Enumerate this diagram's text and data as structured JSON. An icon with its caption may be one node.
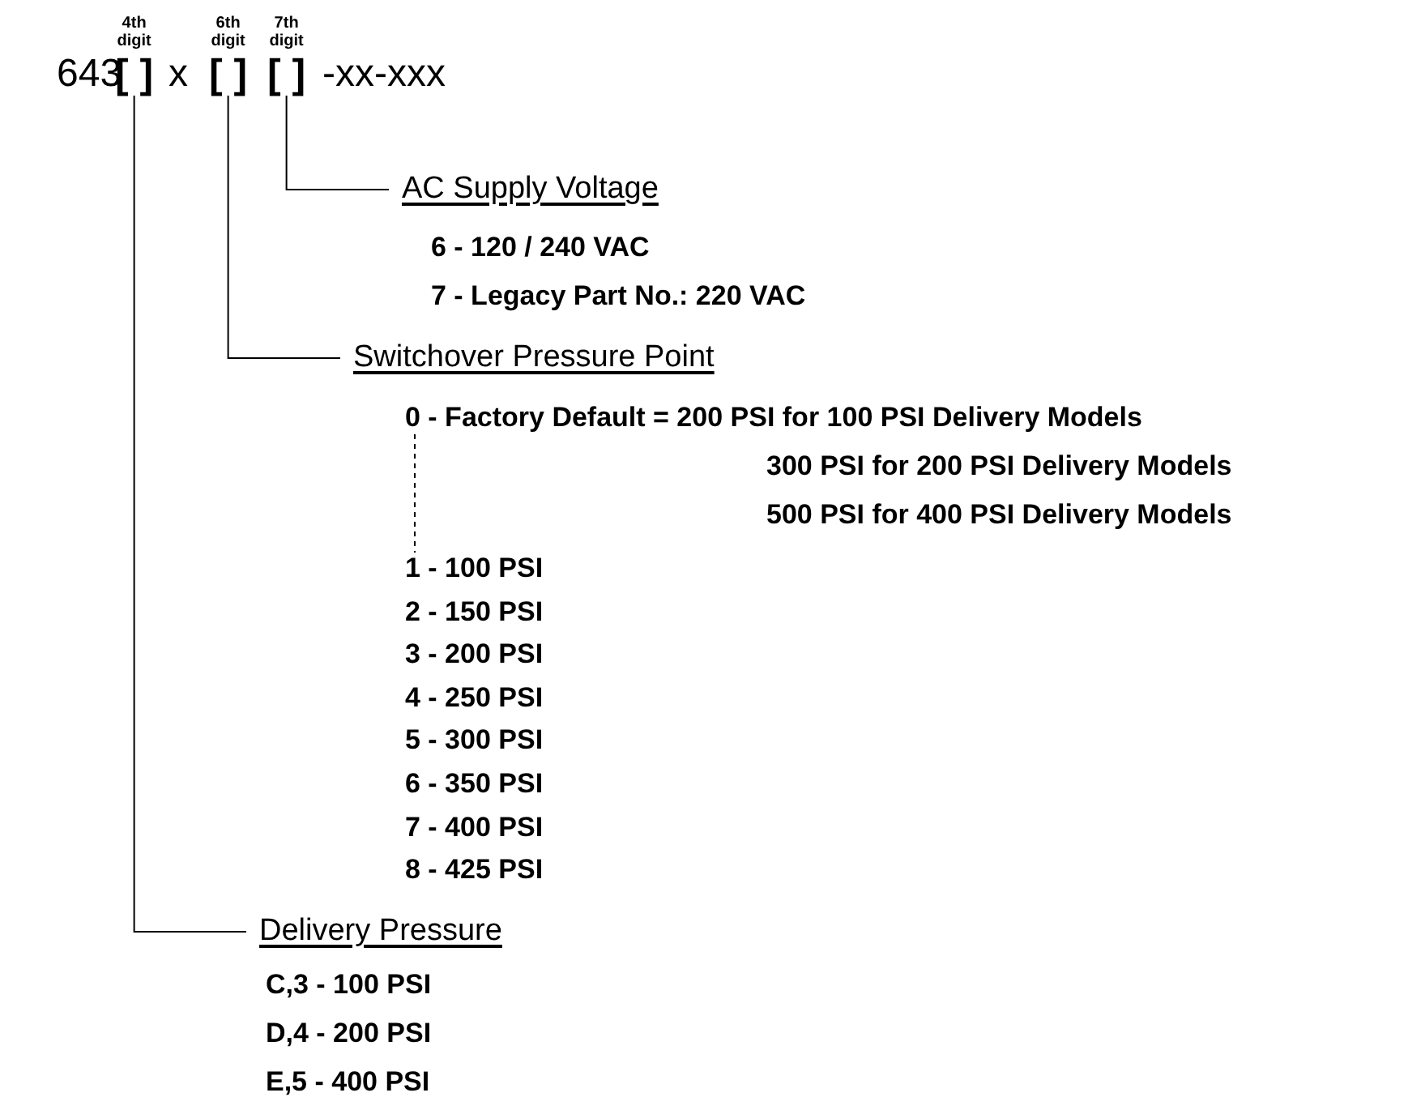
{
  "diagram": {
    "nodes": [
      {
        "text": [
          "[ ]"
        ],
        "beside": [
          "4th digit"
        ]
      },
      {
        "text": [
          "[ ]"
        ],
        "beside": [
          "6th digit"
        ]
      },
      {
        "text": [
          "[ ]"
        ],
        "beside": [
          "7th digit"
        ]
      },
      {
        "text": [
          "AC Supply Voltage"
        ]
      },
      {
        "text": [
          "Switchover Pressure Point"
        ]
      },
      {
        "text": [
          "0 - Factory Default = 200 PSI for 100 PSI Delivery Models"
        ]
      },
      {
        "text": [
          "1 - 100 PSI"
        ]
      },
      {
        "text": [
          "Delivery Pressure"
        ]
      }
    ],
    "edges": [
      {
        "from": 2,
        "to": 3,
        "arrow": "none"
      },
      {
        "from": 1,
        "to": 4,
        "arrow": "none"
      },
      {
        "from": 5,
        "to": 6,
        "arrow": "none",
        "style": "dashed"
      },
      {
        "from": 0,
        "to": 7,
        "arrow": "none"
      }
    ],
    "labels": [
      "643",
      "x",
      "-xx-xxx",
      "6 - 120 / 240 VAC",
      "7 - Legacy Part No.: 220 VAC",
      "300 PSI for 200 PSI Delivery Models",
      "500 PSI for 400 PSI Delivery Models",
      "2 - 150 PSI",
      "3 - 200 PSI",
      "4 - 250 PSI",
      "5 - 300 PSI",
      "6 - 350 PSI",
      "7 - 400 PSI",
      "8 - 425 PSI",
      "C,3 - 100 PSI",
      "D,4 - 200 PSI",
      "E,5 - 400 PSI"
    ]
  }
}
